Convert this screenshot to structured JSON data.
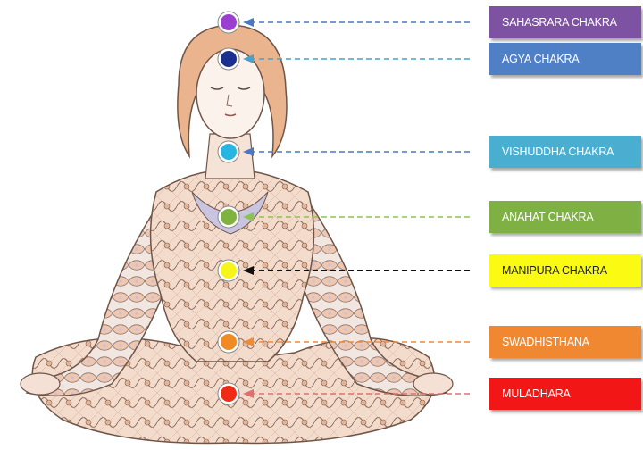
{
  "chakras": [
    {
      "name": "SAHASRARA CHAKRA",
      "color": "#7d52a3",
      "dot": "#9b3fd0",
      "arrow": "#4a78c2",
      "text": "#ffffff"
    },
    {
      "name": "AGYA CHAKRA",
      "color": "#4f7fc4",
      "dot": "#1b2f8f",
      "arrow": "#4aa0c8",
      "text": "#ffffff"
    },
    {
      "name": "VISHUDDHA CHAKRA",
      "color": "#4aaed0",
      "dot": "#27b6e2",
      "arrow": "#4a78c2",
      "text": "#ffffff"
    },
    {
      "name": "ANAHAT CHAKRA",
      "color": "#7fb044",
      "dot": "#7fb23f",
      "arrow": "#8dc253",
      "text": "#ffffff"
    },
    {
      "name": "MANIPURA CHAKRA",
      "color": "#fafa12",
      "dot": "#f5f51c",
      "arrow": "#111111",
      "text": "#222222"
    },
    {
      "name": "SWADHISTHANA",
      "color": "#f08832",
      "dot": "#f08a24",
      "arrow": "#f08a3a",
      "text": "#ffffff"
    },
    {
      "name": "MULADHARA",
      "color": "#f21616",
      "dot": "#ef2b16",
      "arrow": "#e07070",
      "text": "#ffffff"
    }
  ]
}
